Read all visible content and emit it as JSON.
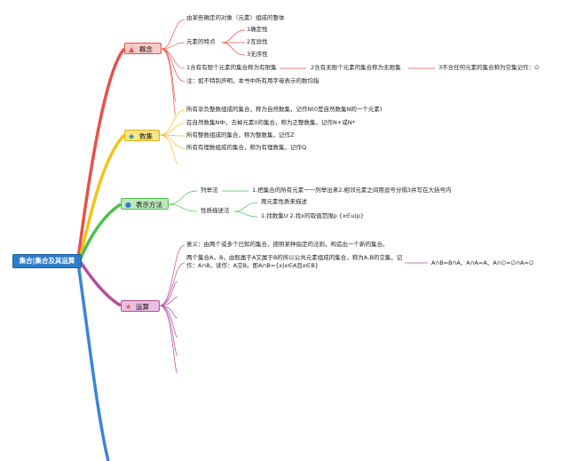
{
  "root": {
    "label": "集合|集合及其运算"
  },
  "concept": {
    "label": "概念",
    "icon": "▲",
    "color": "#e8504a",
    "def": "由某些确定的对象（元素）组成的整体",
    "features_title": "元素的特点",
    "features": [
      "1确定性",
      "2互异性",
      "3无序性"
    ],
    "finite": "1含有有限个元素的集合称为有限集",
    "infinite": "2含有无限个元素的集合称为无限集",
    "empty": "3不含任何元素的集合称为空集记作：∅",
    "note": "注：如不特别声明，本书中所有用字母表示的数均指"
  },
  "numbers": {
    "label": "数集",
    "icon": "◆",
    "color": "#f2c318",
    "items": [
      "所有非负整数组成的集合，称为自然数集，记作N(0是自然数集N的一个元素)",
      "在自然数集N中，去掉元素0的集合，称为正整数集，记作N+或N*",
      "所有整数组成的集合，称为整数集，记作Z",
      "所有有理数组成的集合，称为有理数集，记作Q"
    ]
  },
  "representation": {
    "label": "表示方法",
    "icon": "●",
    "color": "#4cc04a",
    "enum_title": "列举法",
    "enum_desc": "1.把集合的所有元素一一列举出来2.相邻元素之间用逗号分隔3并写在大括号内",
    "desc_title": "性质描述法",
    "desc_items": [
      "用元素性质来描述",
      "1.找数集U 2.找x的取值范围p {x∈u|p}"
    ]
  },
  "operations": {
    "label": "运算",
    "icon": "★",
    "color": "#b84d9a",
    "meaning": "意义：由两个或多个已知的集合，按照某种指定的法则，构造出一个新的集合。",
    "intersection": "两个集合A，B，由既属于A又属于B的所以公共元素组成的集合，称为A,B的交集，记作：A∩B，读作：A交B。即A∩B={x|x∈A且x∈B}",
    "properties": "A∩B=B∩A、A∩A=A、A∩∅=∅∩A=∅"
  },
  "colors": {
    "root": "#2e7ccb",
    "branch_blue": "#3a86d6"
  }
}
